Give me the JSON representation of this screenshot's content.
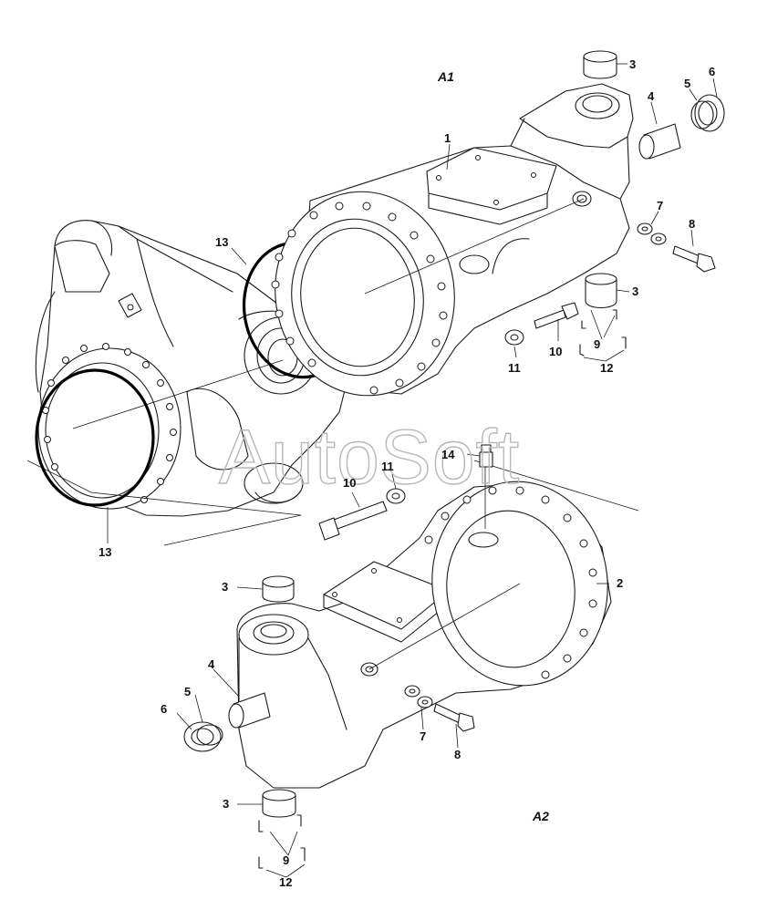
{
  "watermark": "AutoSoft",
  "sections": {
    "a1": "A1",
    "a2": "A2"
  },
  "callouts": {
    "a1_1": "1",
    "a1_3_top": "3",
    "a1_3_mid": "3",
    "a1_4": "4",
    "a1_5": "5",
    "a1_6": "6",
    "a1_7": "7",
    "a1_8": "8",
    "a1_9": "9",
    "a1_10": "10",
    "a1_11": "11",
    "a1_12": "12",
    "a1_13_top": "13",
    "a1_13_bottom": "13",
    "a2_2": "2",
    "a2_3_top": "3",
    "a2_3_bottom": "3",
    "a2_4": "4",
    "a2_5": "5",
    "a2_6": "6",
    "a2_7": "7",
    "a2_8": "8",
    "a2_9": "9",
    "a2_10": "10",
    "a2_11": "11",
    "a2_12": "12",
    "a2_14": "14"
  }
}
